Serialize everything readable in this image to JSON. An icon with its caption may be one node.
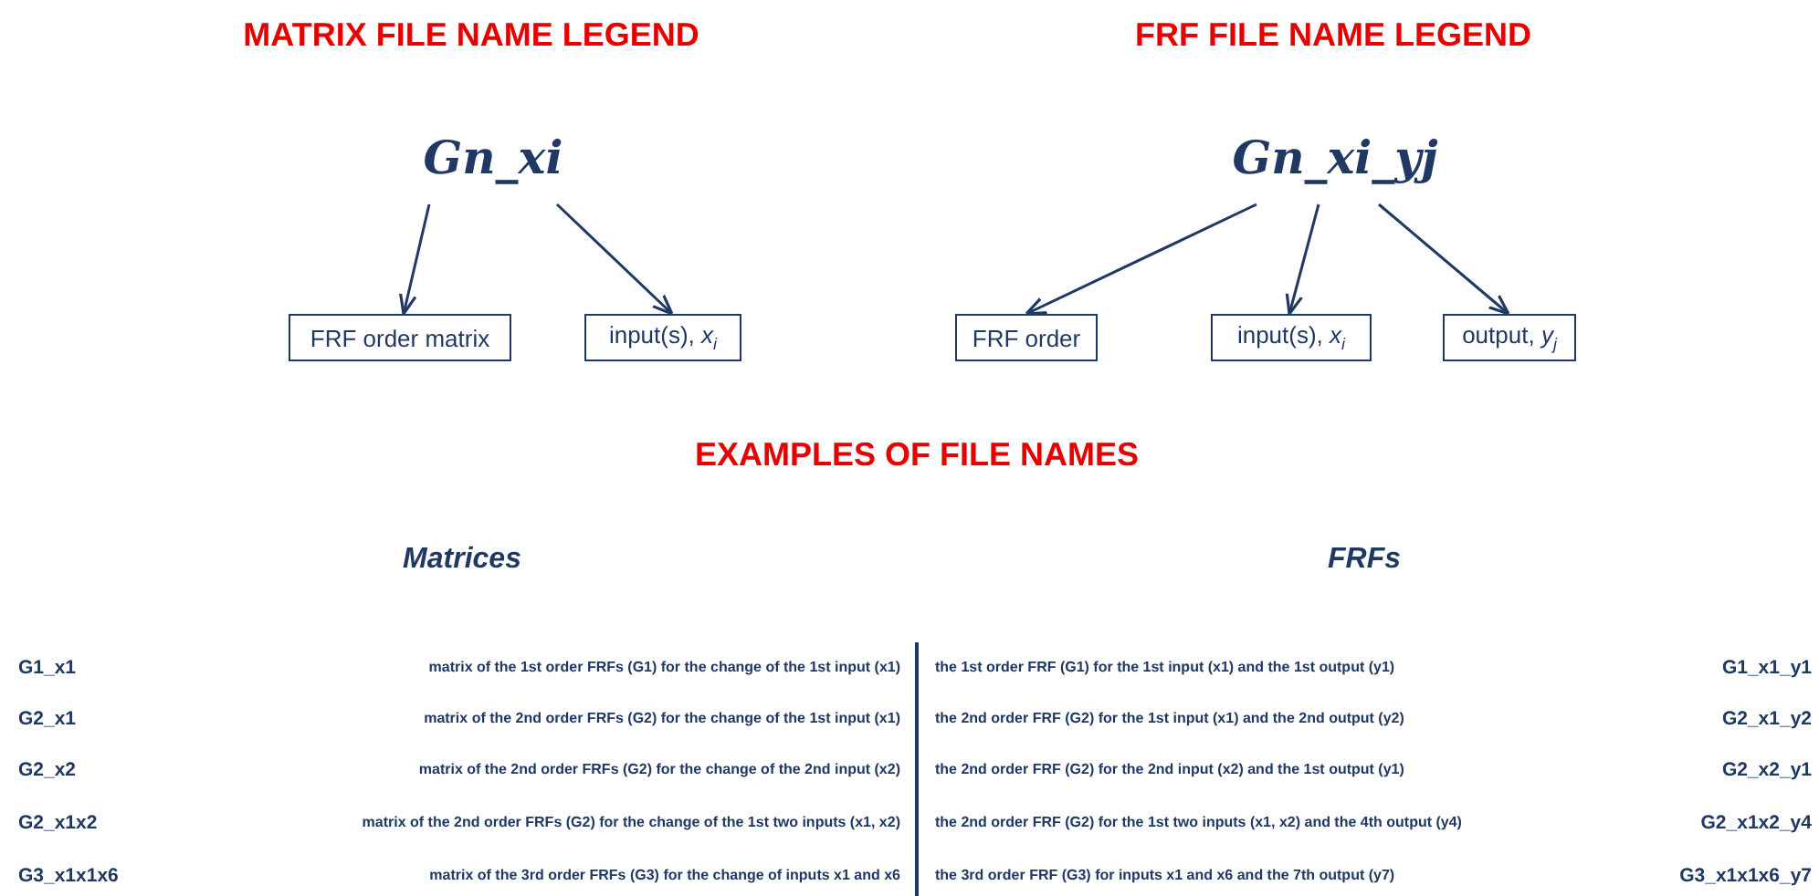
{
  "diagram": {
    "nodes": [
      {
        "text": [
          "Gn_xi"
        ]
      },
      {
        "text": [
          "FRF order matrix"
        ]
      },
      {
        "text": [
          "input(s), *x*$_{i}$"
        ]
      },
      {
        "text": [
          "Gn_xi_yj"
        ]
      },
      {
        "text": [
          "FRF order"
        ]
      },
      {
        "text": [
          "input(s), *x*$_{i}$"
        ]
      },
      {
        "text": [
          "output, *y*$_{j}$"
        ]
      }
    ],
    "edges": [
      {
        "from": 0,
        "to": 1,
        "arrow": "to"
      },
      {
        "from": 0,
        "to": 2,
        "arrow": "to"
      },
      {
        "from": 3,
        "to": 4,
        "arrow": "to"
      },
      {
        "from": 3,
        "to": 5,
        "arrow": "to"
      },
      {
        "from": 3,
        "to": 6,
        "arrow": "to"
      }
    ],
    "labels": [
      "MATRIX FILE NAME LEGEND",
      "FRF FILE NAME LEGEND",
      "EXAMPLES OF FILE NAMES",
      "Matrices",
      "FRFs",
      "G1_x1",
      "matrix of the 1st order FRFs (G1) for the change of the 1st input (x1)",
      "the 1st order FRF (G1) for the 1st input (x1) and the 1st output (y1)",
      "G1_x1_y1",
      "G2_x1",
      "matrix of the 2nd order FRFs (G2) for the change of the 1st input (x1)",
      "the 2nd order FRF (G2) for the 1st input (x1) and the 2nd output (y2)",
      "G2_x1_y2",
      "G2_x2",
      "matrix of the 2nd order FRFs (G2) for the change of the 2nd input (x2)",
      "the 2nd order FRF (G2) for the 2nd input (x2) and the 1st output (y1)",
      "G2_x2_y1",
      "G2_x1x2",
      "matrix of the 2nd order FRFs (G2) for the change of the 1st two inputs (x1, x2)",
      "the 2nd order FRF (G2) for the 1st two inputs (x1, x2) and the 4th output (y4)",
      "G2_x1x2_y4",
      "G3_x1x1x6",
      "matrix of the 3rd order FRFs (G3) for the change of inputs x1 and x6",
      "the 3rd order FRF (G3) for inputs x1 and x6 and the 7th output (y7)",
      "G3_x1x1x6_y7"
    ]
  }
}
